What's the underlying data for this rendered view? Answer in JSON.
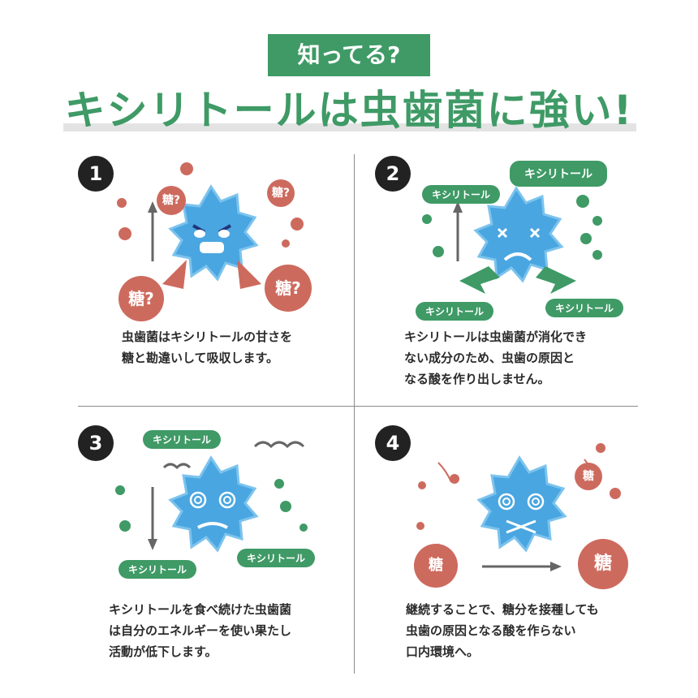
{
  "header": {
    "badge": "知ってる?",
    "title": "キシリトールは虫歯菌に強い!"
  },
  "panels": [
    {
      "number": "1",
      "caption": "虫歯菌はキシリトールの甘さを\n糖と勘違いして吸収します。",
      "sugar_labels": [
        "糖?",
        "糖?",
        "糖?",
        "糖?"
      ]
    },
    {
      "number": "2",
      "caption": "キシリトールは虫歯菌が消化でき\nない成分のため、虫歯の原因と\nなる酸を作り出しません。",
      "tags": [
        "キシリトール",
        "キシリトール",
        "キシリトール",
        "キシリトール"
      ]
    },
    {
      "number": "3",
      "caption": "キシリトールを食べ続けた虫歯菌\nは自分のエネルギーを使い果たし\n活動が低下します。",
      "tags": [
        "キシリトール",
        "キシリトール",
        "キシリトール"
      ]
    },
    {
      "number": "4",
      "caption": "継続することで、糖分を接種しても\n虫歯の原因となる酸を作らない\n口内環境へ。",
      "sugar_labels": [
        "糖",
        "糖",
        "糖"
      ]
    }
  ],
  "colors": {
    "green": "#3f9a66",
    "sugar_red": "#cd6a5e",
    "bacteria_blue": "#4aa6e0"
  }
}
